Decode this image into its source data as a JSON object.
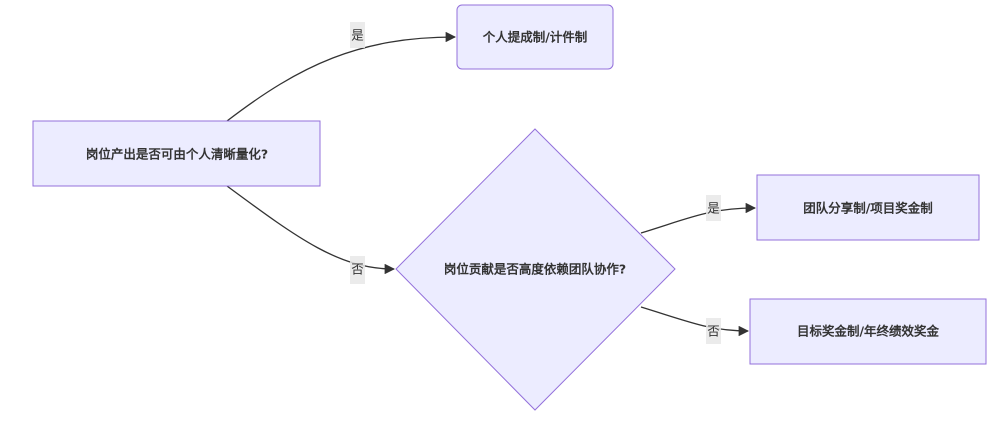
{
  "colors": {
    "node_fill": "#ECECFF",
    "node_stroke": "#9370DB",
    "text": "#333333",
    "edge": "#333333"
  },
  "nodes": {
    "q1": {
      "label": "岗位产出是否可由个人清晰量化?"
    },
    "r1": {
      "label": "个人提成制/计件制"
    },
    "q2": {
      "label": "岗位贡献是否高度依赖团队协作?"
    },
    "r2": {
      "label": "团队分享制/项目奖金制"
    },
    "r3": {
      "label": "目标奖金制/年终绩效奖金"
    }
  },
  "edges": {
    "q1_r1": {
      "label": "是"
    },
    "q1_q2": {
      "label": "否"
    },
    "q2_r2": {
      "label": "是"
    },
    "q2_r3": {
      "label": "否"
    }
  }
}
